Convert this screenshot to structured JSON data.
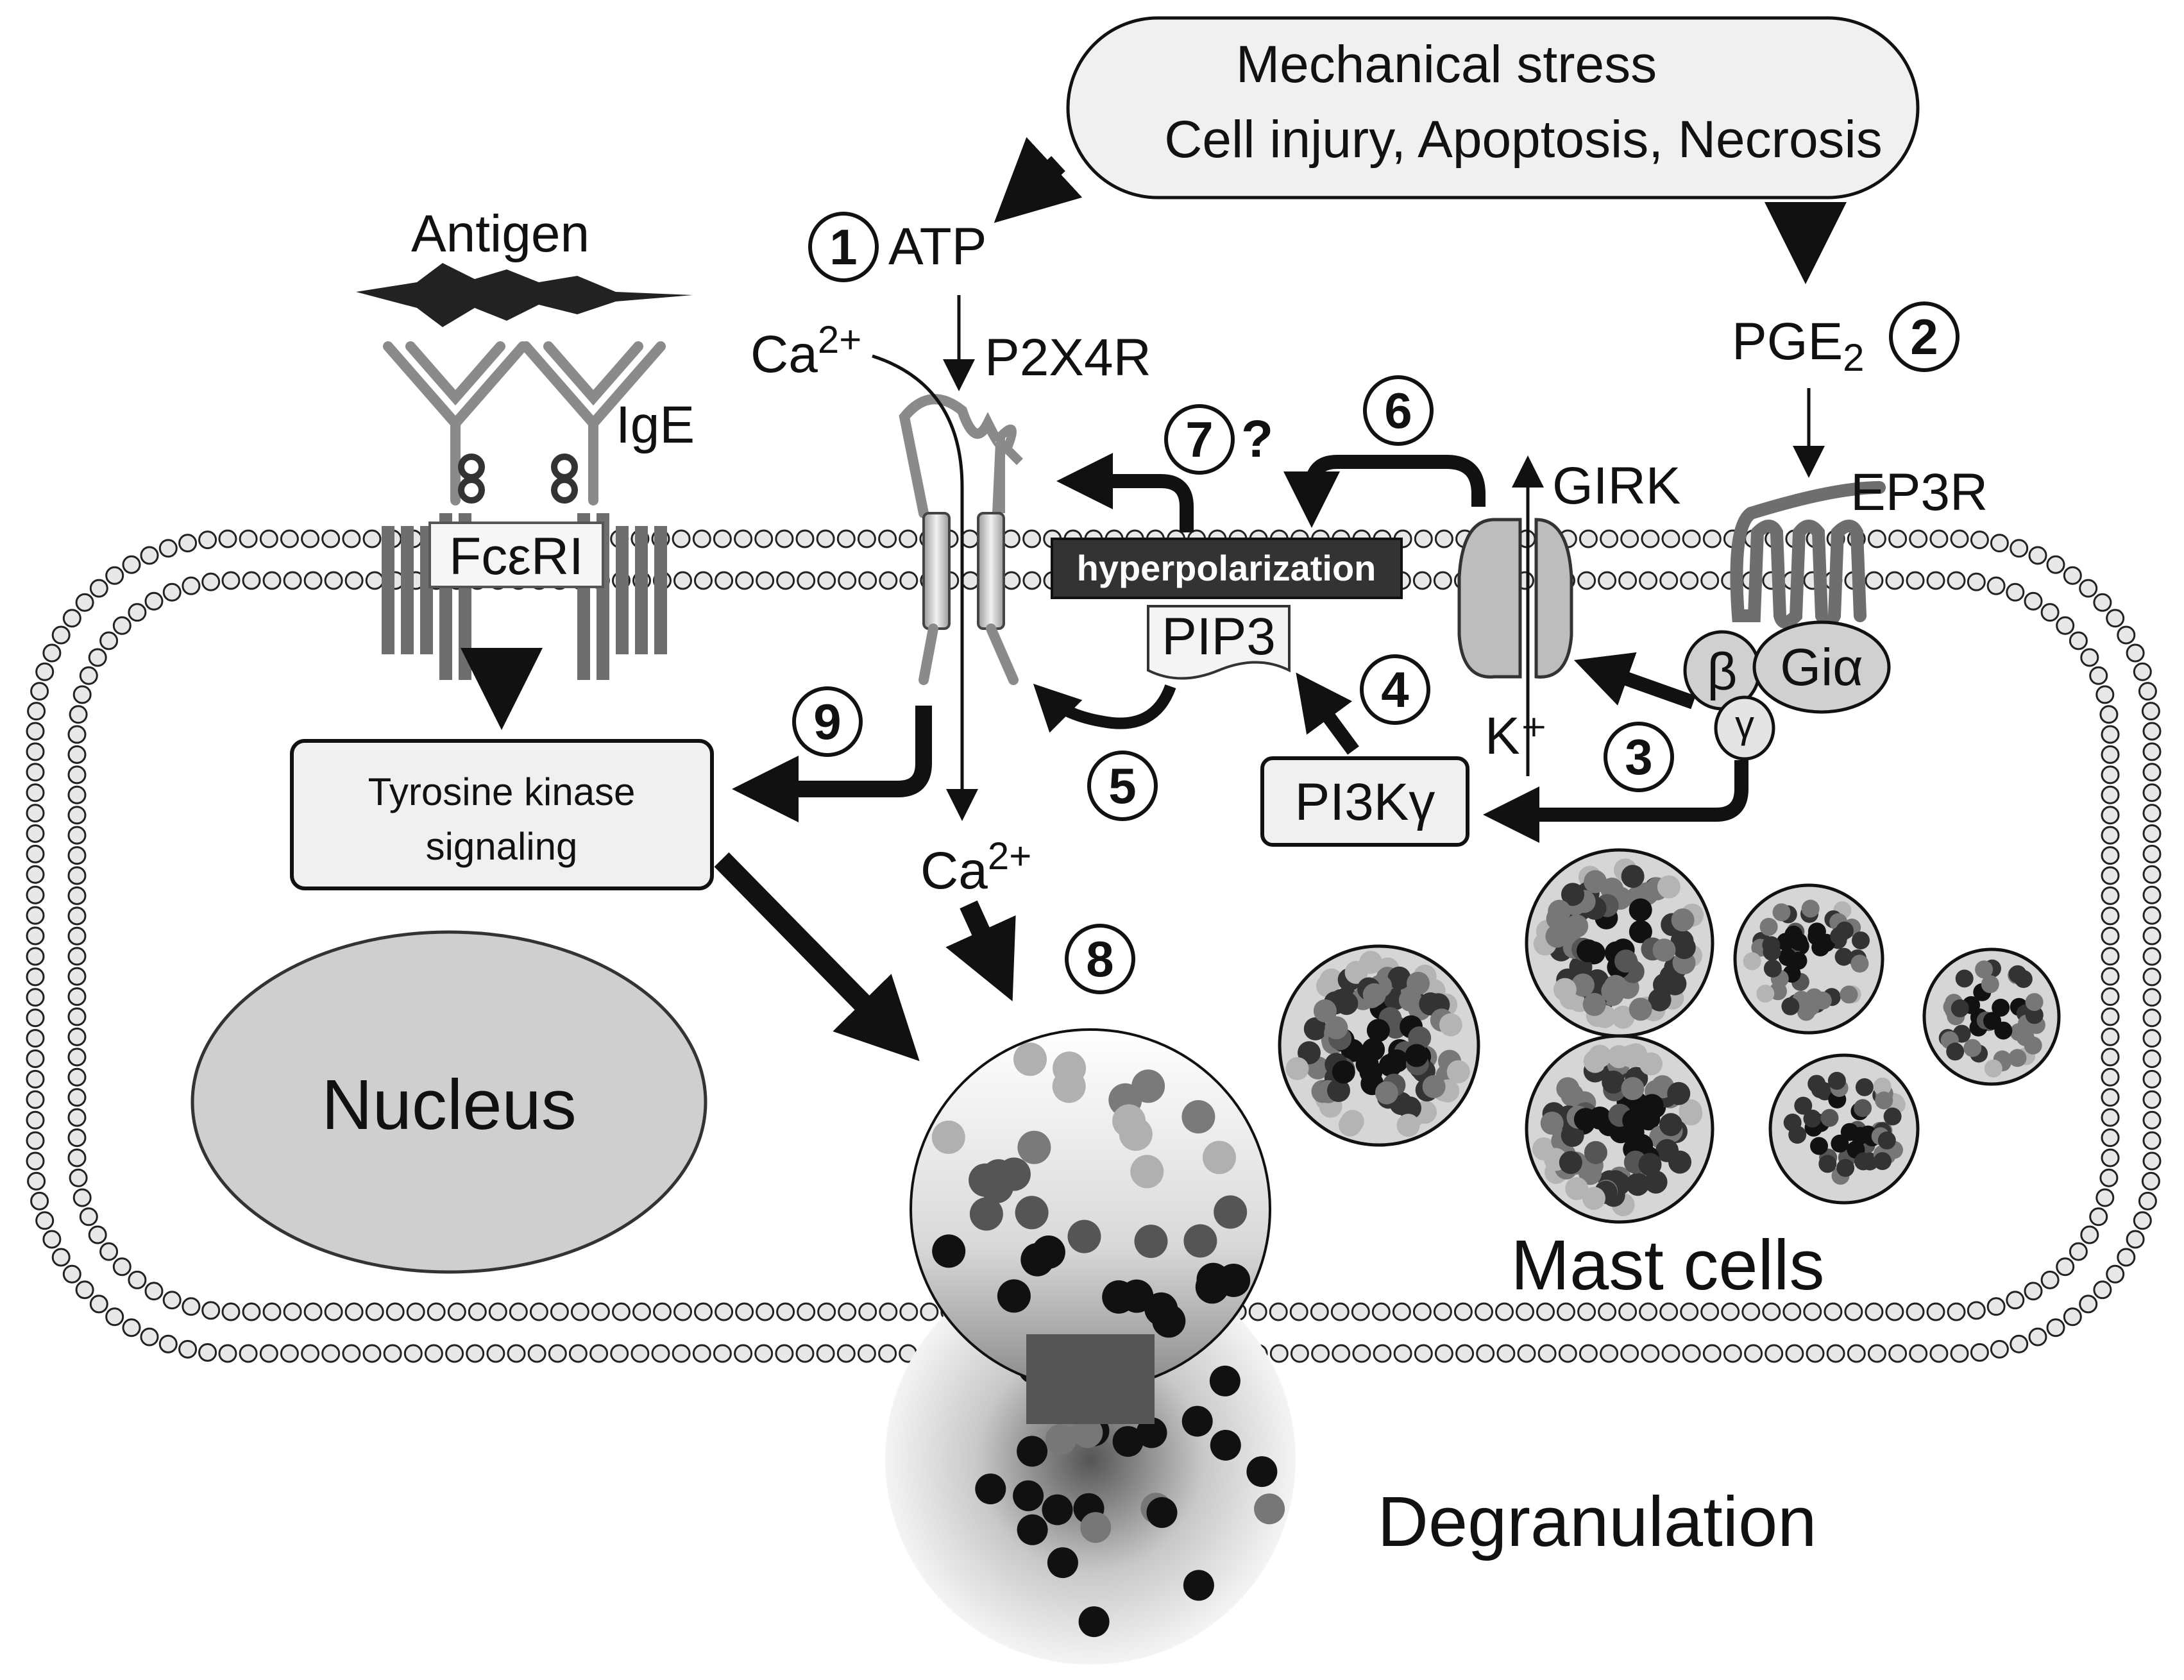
{
  "stimulus": {
    "line1": "Mechanical stress",
    "line2": "Cell injury, Apoptosis, Necrosis"
  },
  "labels": {
    "antigen": "Antigen",
    "ige": "IgE",
    "fceri": "FcεRI",
    "atp": "ATP",
    "p2x4r": "P2X4R",
    "ca_top": "Ca",
    "ca_top_sup": "2+",
    "ca_bottom": "Ca",
    "ca_bottom_sup": "2+",
    "pge2": "PGE",
    "pge2_sub": "2",
    "ep3r": "EP3R",
    "girk": "GIRK",
    "k_plus": "K⁺",
    "hyperpolarization": "hyperpolarization",
    "pip3": "PIP3",
    "pi3k": "PI3Kγ",
    "beta": "β",
    "gamma": "γ",
    "gi_alpha": "Giα",
    "question": "?",
    "tyrosine_line1": "Tyrosine kinase",
    "tyrosine_line2": "signaling",
    "nucleus": "Nucleus",
    "mast_cells": "Mast cells",
    "degranulation": "Degranulation"
  },
  "steps": [
    "①",
    "②",
    "③",
    "④",
    "⑤",
    "⑥",
    "⑦",
    "⑧",
    "⑨"
  ],
  "colors": {
    "membrane_head": "#e8e8e8",
    "dark": "#111111",
    "receptor_gray": "#6e6e6e",
    "nucleus_fill": "#cfcfcf",
    "box_fill": "#f0f0f0"
  }
}
